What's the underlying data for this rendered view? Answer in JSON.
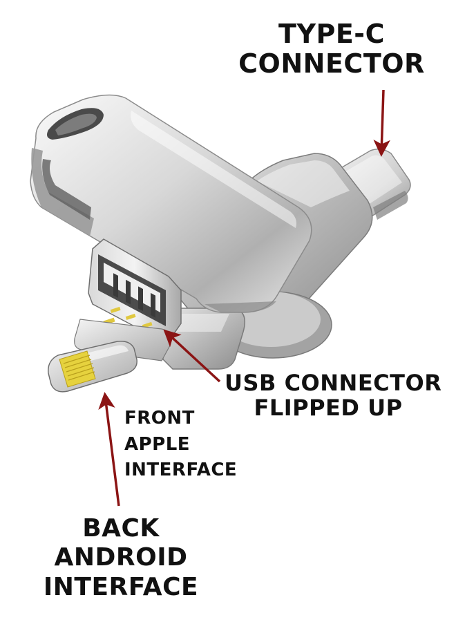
{
  "labels": {
    "type_c": [
      "TYPE-C",
      "CONNECTOR"
    ],
    "usb": [
      "USB CONNECTOR",
      "FLIPPED UP"
    ],
    "apple": [
      "FRONT",
      "APPLE",
      "INTERFACE"
    ],
    "android": [
      "BACK",
      "ANDROID",
      "INTERFACE"
    ]
  },
  "colors": {
    "arrow": "#8b1414",
    "metal_light": "#f2f2f2",
    "metal_mid": "#c4c4c4",
    "metal_dark": "#7a7a7a",
    "gold_contact": "#e2cc44",
    "text": "#111111"
  },
  "icons": {
    "arrow_style": "thin-shaft-arrow"
  }
}
